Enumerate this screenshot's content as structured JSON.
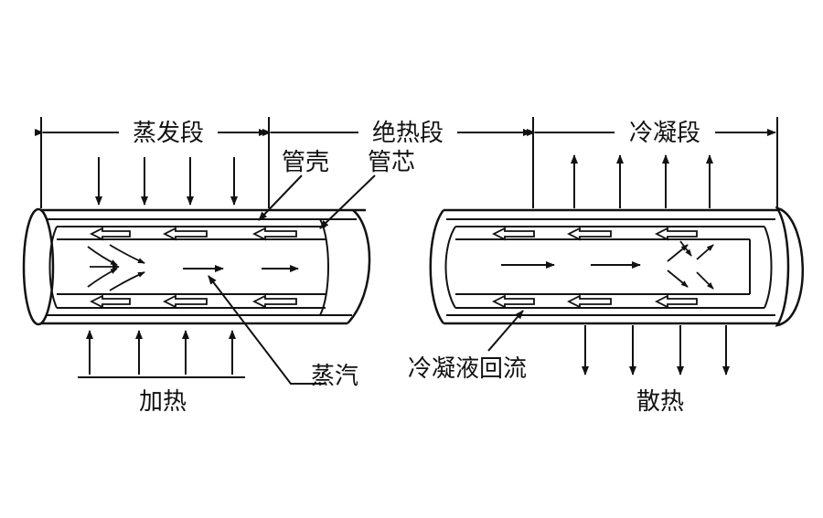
{
  "labels": {
    "evaporator": "蒸发段",
    "adiabatic": "绝热段",
    "condenser": "冷凝段",
    "shell": "管壳",
    "wick": "管芯",
    "vapor": "蒸汽",
    "condensate_return": "冷凝液回流",
    "heating": "加热",
    "cooling": "散热"
  },
  "icons": [
    "arrow-left-icon",
    "arrow-right-icon",
    "arrow-down-icon",
    "arrow-up-icon",
    "hollow-arrow-left-icon"
  ],
  "colors": {
    "ink": "#111111",
    "background": "#ffffff"
  }
}
